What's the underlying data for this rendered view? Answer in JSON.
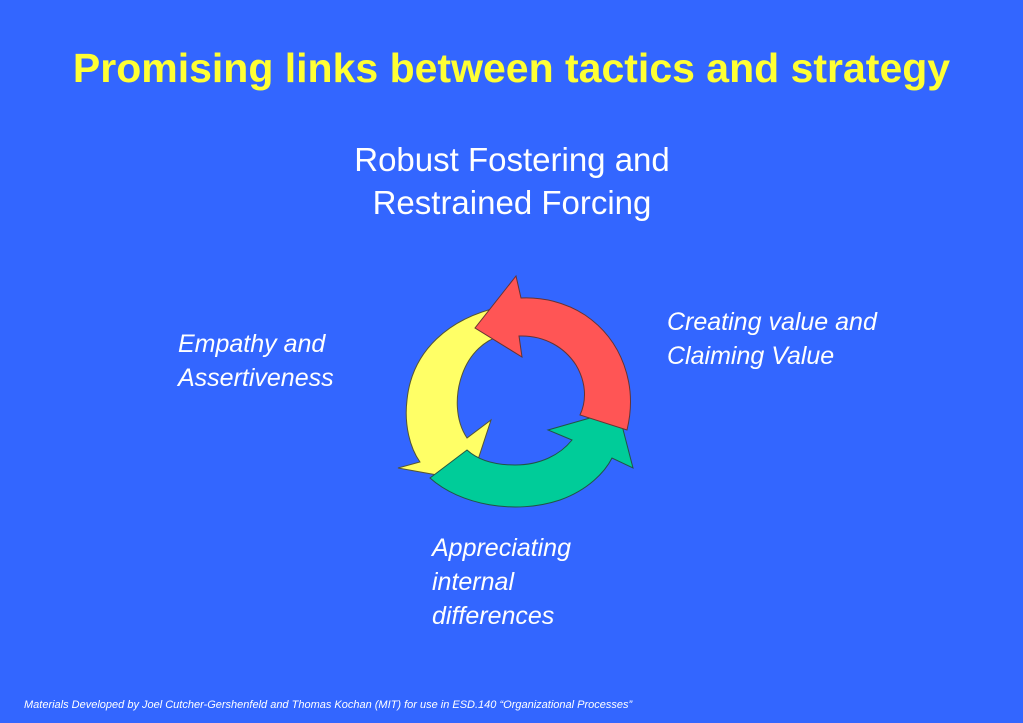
{
  "slide": {
    "title": "Promising links between tactics and strategy",
    "subtitle_lines": [
      "Robust Fostering and",
      "Restrained Forcing"
    ],
    "labels": {
      "left": [
        "Empathy and",
        "Assertiveness"
      ],
      "right": [
        "Creating value and",
        "Claiming Value"
      ],
      "bottom": [
        "Appreciating",
        "internal",
        "differences"
      ]
    },
    "footer": "Materials Developed by Joel Cutcher-Gershenfeld and Thomas Kochan (MIT) for use in ESD.140 “Organizational Processes”"
  },
  "colors": {
    "background": "#3366ff",
    "title": "#ffff33",
    "arrow_red": "#ff5555",
    "arrow_yellow": "#ffff66",
    "arrow_green": "#00cc99"
  }
}
